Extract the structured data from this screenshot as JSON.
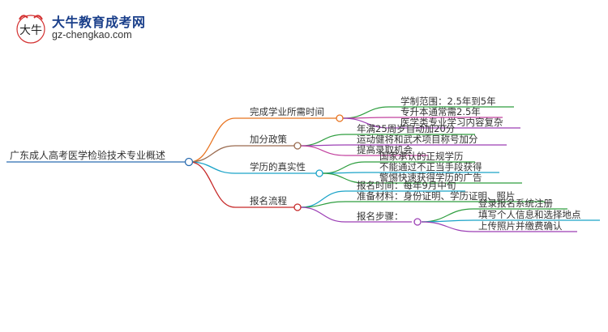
{
  "logo": {
    "title": "大牛教育成考网",
    "url": "gz-chengkao.com",
    "mark_text": "大牛"
  },
  "colors": {
    "branch1": "#e8731f",
    "branch2": "#9a6b4f",
    "branch3": "#1aa3c8",
    "branch4": "#c62828",
    "leaf_green": "#2e9e3f",
    "leaf_purple": "#9c3fb5",
    "leaf_teal": "#1aa3c8",
    "leaf_pink": "#c2409e",
    "root_node": "#2b6cb0"
  },
  "mindmap": {
    "root": "广东成人高考医学检验技术专业概述",
    "branches": [
      {
        "label": "完成学业所需时间",
        "children": [
          "学制范围：2.5年到5年",
          "专升本通常需2.5年",
          "医学类专业学习内容复杂"
        ]
      },
      {
        "label": "加分政策",
        "children": [
          "年满25周岁自动加20分",
          "运动健将和武术项目称号加分",
          "提高录取机会"
        ]
      },
      {
        "label": "学历的真实性",
        "children": [
          "国家承认的正规学历",
          "不能通过不正当手段获得",
          "警惕快速获得学历的广告"
        ]
      },
      {
        "label": "报名流程",
        "children": [
          "报名时间：每年9月中旬",
          "准备材料：身份证明、学历证明、照片",
          "报名步骤："
        ],
        "steps": [
          "登录报名系统注册",
          "填写个人信息和选择地点",
          "上传照片并缴费确认"
        ]
      }
    ]
  }
}
